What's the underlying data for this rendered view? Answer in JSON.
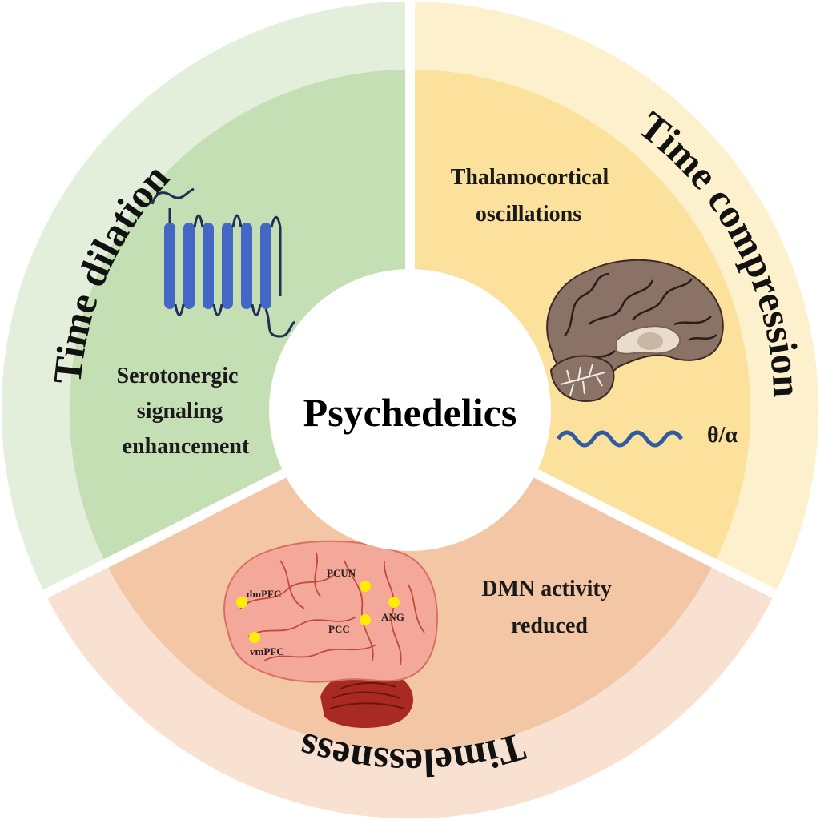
{
  "center": {
    "label": "Psychedelics"
  },
  "sectors": {
    "dilation": {
      "outer_label": "Time dilation",
      "inner_lines": [
        "Serotonergic",
        "signaling",
        "enhancement"
      ],
      "icon": "gpcr-receptor-icon",
      "outer_color": "#e3eedb",
      "inner_color": "#c5dfb5"
    },
    "compression": {
      "outer_label": "Time compression",
      "inner_lines": [
        "Thalamocortical",
        "oscillations"
      ],
      "wave_label": "θ/α",
      "icon": "brain-sagittal-icon",
      "outer_color": "#fdf0cc",
      "inner_color": "#fbe19c"
    },
    "timelessness": {
      "outer_label": "Timelessness",
      "inner_lines": [
        "DMN activity",
        "reduced"
      ],
      "regions": [
        "dmPFC",
        "PCUN",
        "ANG",
        "PCC",
        "vmPFC"
      ],
      "icon": "brain-lateral-icon",
      "outer_color": "#f9e1d1",
      "inner_color": "#f3c6a5"
    }
  },
  "colors": {
    "receptor": "#4466c4",
    "wave": "#2f5ba6",
    "region_dot": "#ffee00",
    "brain_brown": "#8a7266",
    "brain_pink": "#f3a89a",
    "cerebellum_red": "#a82a22"
  }
}
